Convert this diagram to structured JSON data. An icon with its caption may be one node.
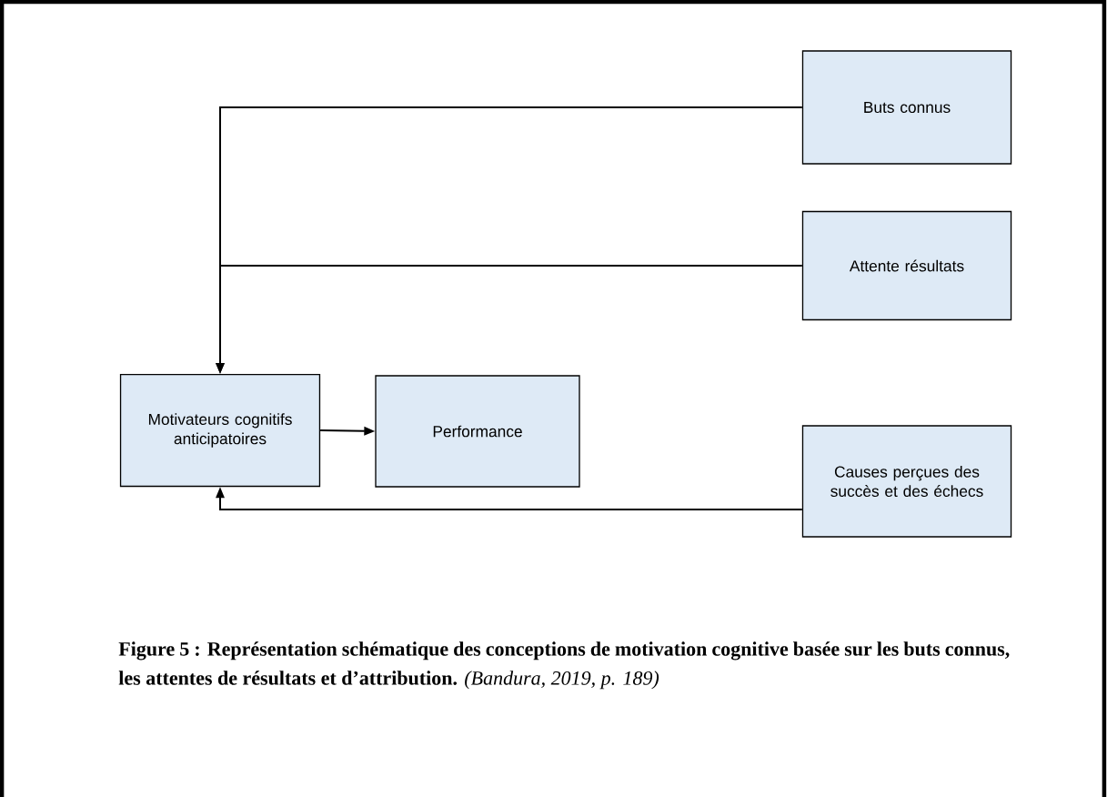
{
  "diagram": {
    "caption": "**Figure 5 : Représentation schématique des conceptions de motivation cognitive basée sur les buts connus, les attentes de résultats et d’attribution.** *(Bandura, 2019, p. 189)*",
    "nodes": [
      {
        "text": [
          "Buts connus"
        ]
      },
      {
        "text": [
          "Attente résultats"
        ]
      },
      {
        "text": [
          "Motivateurs cognitifs anticipatoires"
        ]
      },
      {
        "text": [
          "Performance"
        ]
      },
      {
        "text": [
          "Causes perçues des succès et des échecs"
        ]
      }
    ],
    "edges": [
      {
        "from": 0,
        "to": 2,
        "arrow": "to"
      },
      {
        "from": 1,
        "to": 2,
        "arrow": "to"
      },
      {
        "from": 2,
        "to": 3,
        "arrow": "to"
      },
      {
        "from": 4,
        "to": 2,
        "arrow": "to"
      }
    ]
  }
}
